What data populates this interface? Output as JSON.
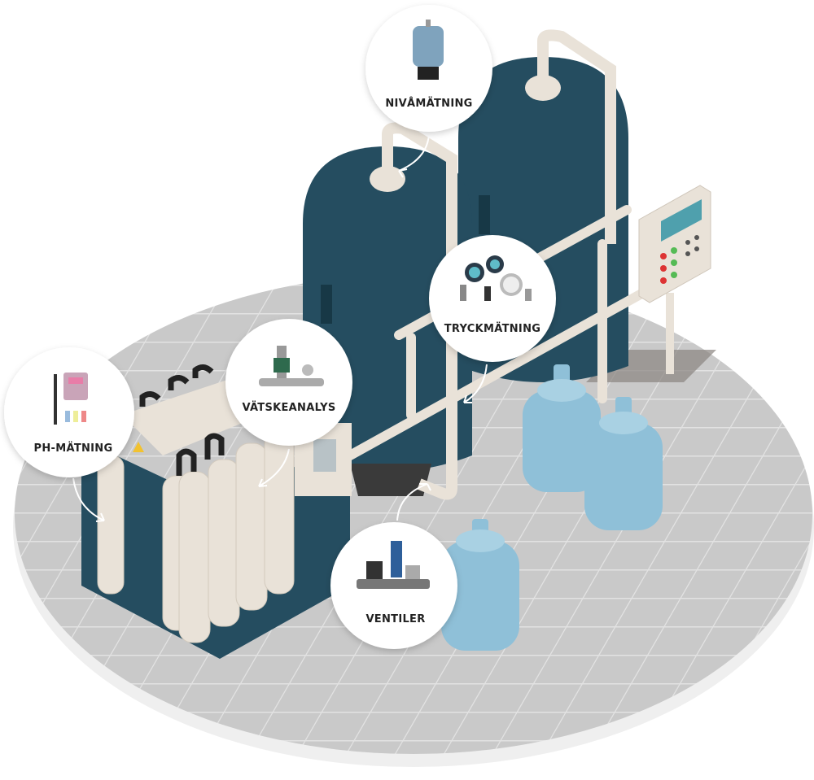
{
  "callouts": [
    {
      "id": "nivamatning",
      "label": "NIVÅMÄTNING",
      "icon": "level-sensor-icon"
    },
    {
      "id": "tryckmatning",
      "label": "TRYCKMÄTNING",
      "icon": "pressure-gauges-icon"
    },
    {
      "id": "vatskeanalys",
      "label": "VÄTSKEANALYS",
      "icon": "flow-meter-icon"
    },
    {
      "id": "ph-matning",
      "label": "PH-MÄTNING",
      "icon": "ph-meter-icon"
    },
    {
      "id": "ventiler",
      "label": "VENTILER",
      "icon": "valves-icon"
    }
  ],
  "colors": {
    "tank": "#254d60",
    "pipe": "#e9e2d8",
    "floor": "#c8c8c8",
    "jug": "#8fc0d8",
    "panel_screen": "#4fa0ad"
  }
}
